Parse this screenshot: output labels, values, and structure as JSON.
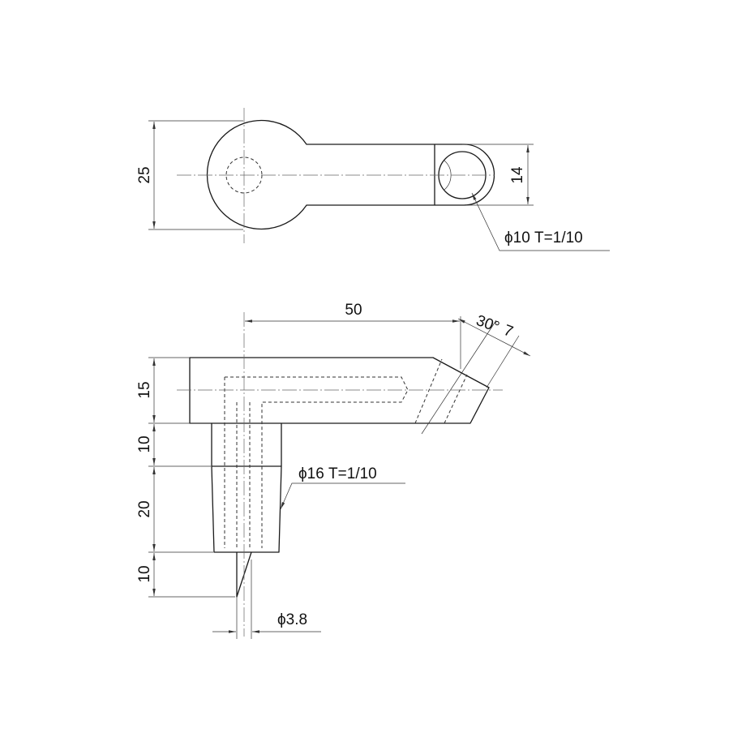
{
  "drawing": {
    "top_view": {
      "dim_height": "25",
      "dim_end_width": "14",
      "hole_callout": "ϕ10 T=1/10"
    },
    "side_view": {
      "dim_length": "50",
      "dim_angle": "30°",
      "dim_tip": "7",
      "dim_body_height": "15",
      "dim_neck": "10",
      "dim_taper": "20",
      "dim_pin": "10",
      "taper_callout": "ϕ16 T=1/10",
      "pin_callout": "ϕ3.8"
    }
  }
}
